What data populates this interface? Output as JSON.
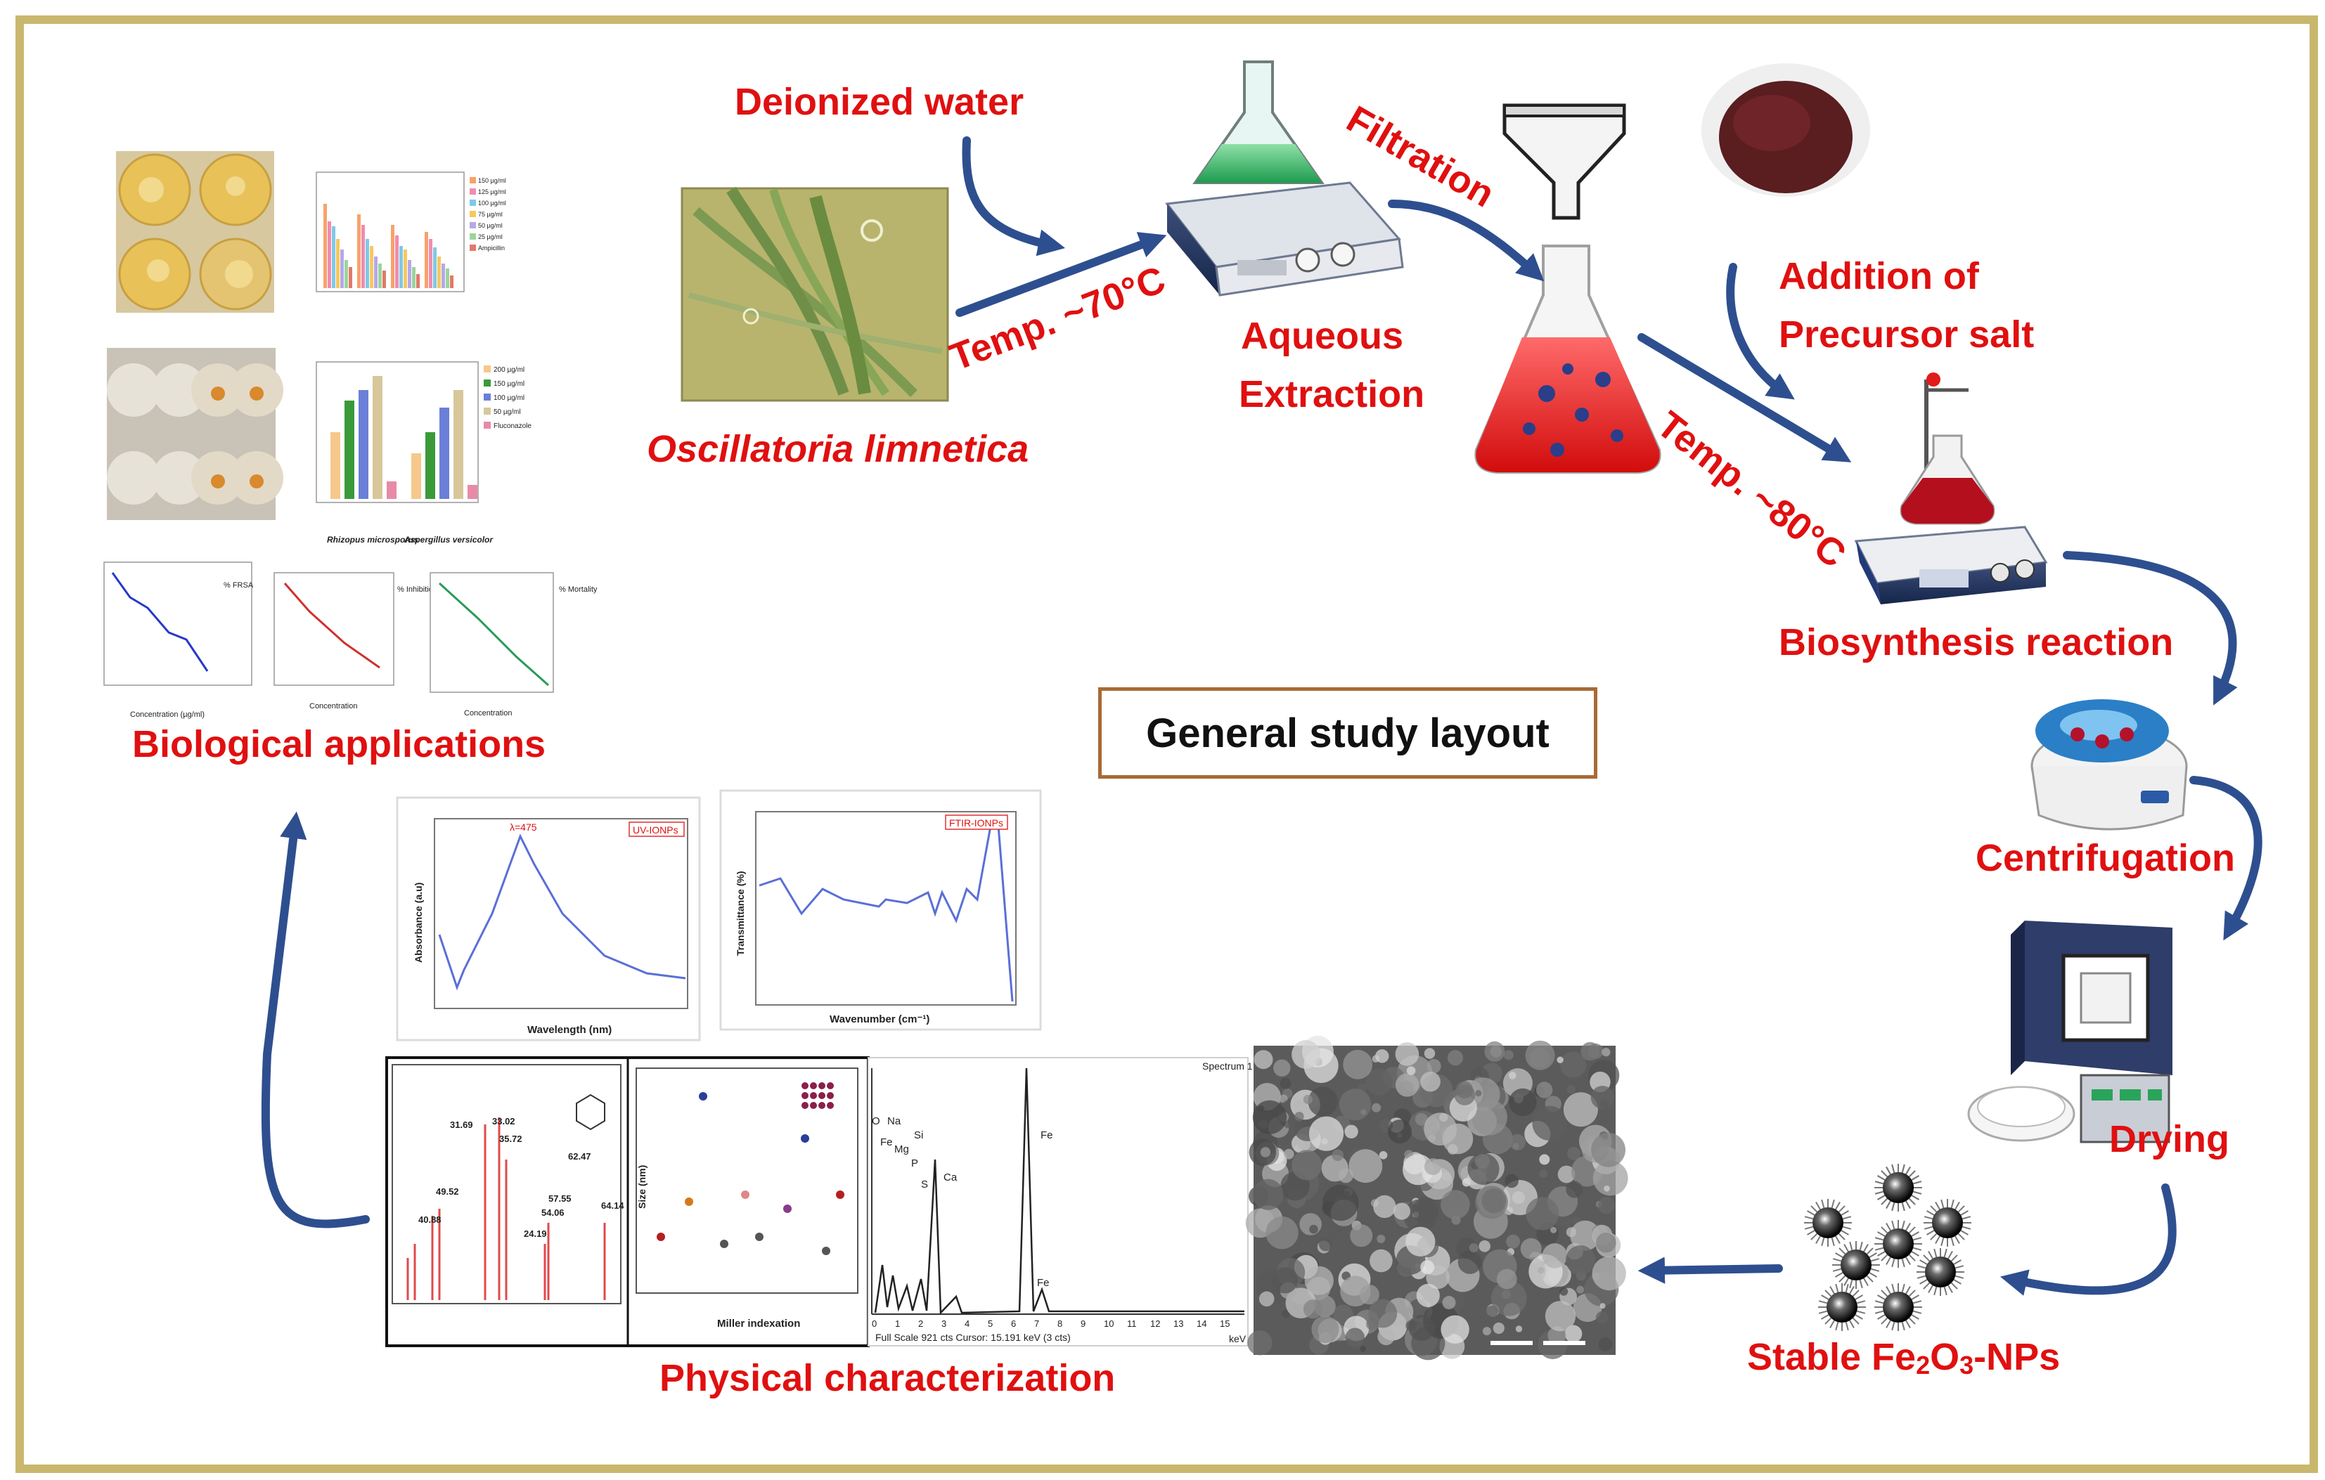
{
  "diagram": {
    "title_box": "General study layout",
    "colors": {
      "frame": "#c9b76e",
      "arrow": "#2e4f8f",
      "label_red": "#e01010",
      "box_border": "#a86a35"
    },
    "steps": {
      "deionized_water": "Deionized water",
      "temp_70": "Temp. ~70°C",
      "filtration": "Filtration",
      "aqueous_extraction_line1": "Aqueous",
      "aqueous_extraction_line2": "Extraction",
      "organism": "Oscillatoria limnetica",
      "addition_line1": "Addition of",
      "addition_line2": "Precursor salt",
      "temp_80": "Temp. ~80°C",
      "biosynthesis": "Biosynthesis reaction",
      "centrifugation": "Centrifugation",
      "drying": "Drying",
      "stable_np_prefix": "Stable Fe",
      "stable_np_sub1": "2",
      "stable_np_mid": "O",
      "stable_np_sub2": "3",
      "stable_np_suffix": "-NPs",
      "physical_characterization": "Physical characterization",
      "biological_applications": "Biological applications"
    },
    "thumbnails": {
      "uv_chart_legend": "UV-IONPs",
      "uv_peak": "λ=475",
      "uv_xlabel": "Wavelength (nm)",
      "uv_ylabel": "Absorbance (a.u)",
      "ftir_legend": "FTIR-IONPs",
      "ftir_xlabel": "Wavenumber (cm⁻¹)",
      "ftir_ylabel": "Transmittance (%)",
      "xrd_peak_labels": [
        "31.69",
        "33.02",
        "35.72",
        "24.19",
        "54.06",
        "57.55",
        "62.47",
        "64.14",
        "40.88",
        "49.52"
      ],
      "size_chart_xlabel": "Miller indexation",
      "size_chart_ylabel": "Size (nm)",
      "eds_title": "Spectrum 1",
      "eds_footer": "Full Scale 921 cts  Cursor: 15.191 keV (3 cts)",
      "eds_unit": "keV",
      "eds_elements": [
        "O",
        "Na",
        "Fe",
        "Mg",
        "Si",
        "P",
        "S",
        "Ca",
        "Fe",
        "Fe"
      ],
      "eds_ticks": [
        "0",
        "1",
        "2",
        "3",
        "4",
        "5",
        "6",
        "7",
        "8",
        "9",
        "10",
        "11",
        "12",
        "13",
        "14",
        "15"
      ],
      "bar_chart_legend_1": [
        "150 µg/ml",
        "125 µg/ml",
        "100 µg/ml",
        "75 µg/ml",
        "50 µg/ml",
        "25 µg/ml",
        "Ampicillin"
      ],
      "bar_chart_legend_2": [
        "200 µg/ml",
        "150 µg/ml",
        "100 µg/ml",
        "50 µg/ml",
        "Fluconazole"
      ],
      "bar_chart_2_categories": [
        "Rhizopus microsporus",
        "Aspergillus versicolor"
      ],
      "line_chart_1_legend": "% FRSA",
      "line_chart_2_legend": "% Inhibition",
      "line_chart_3_legend": "% Mortality",
      "line_chart_1_xlabel": "Concentration (µg/ml)",
      "line_chart_2_xlabel": "Concentration",
      "line_chart_3_xlabel": "Concentration"
    }
  }
}
